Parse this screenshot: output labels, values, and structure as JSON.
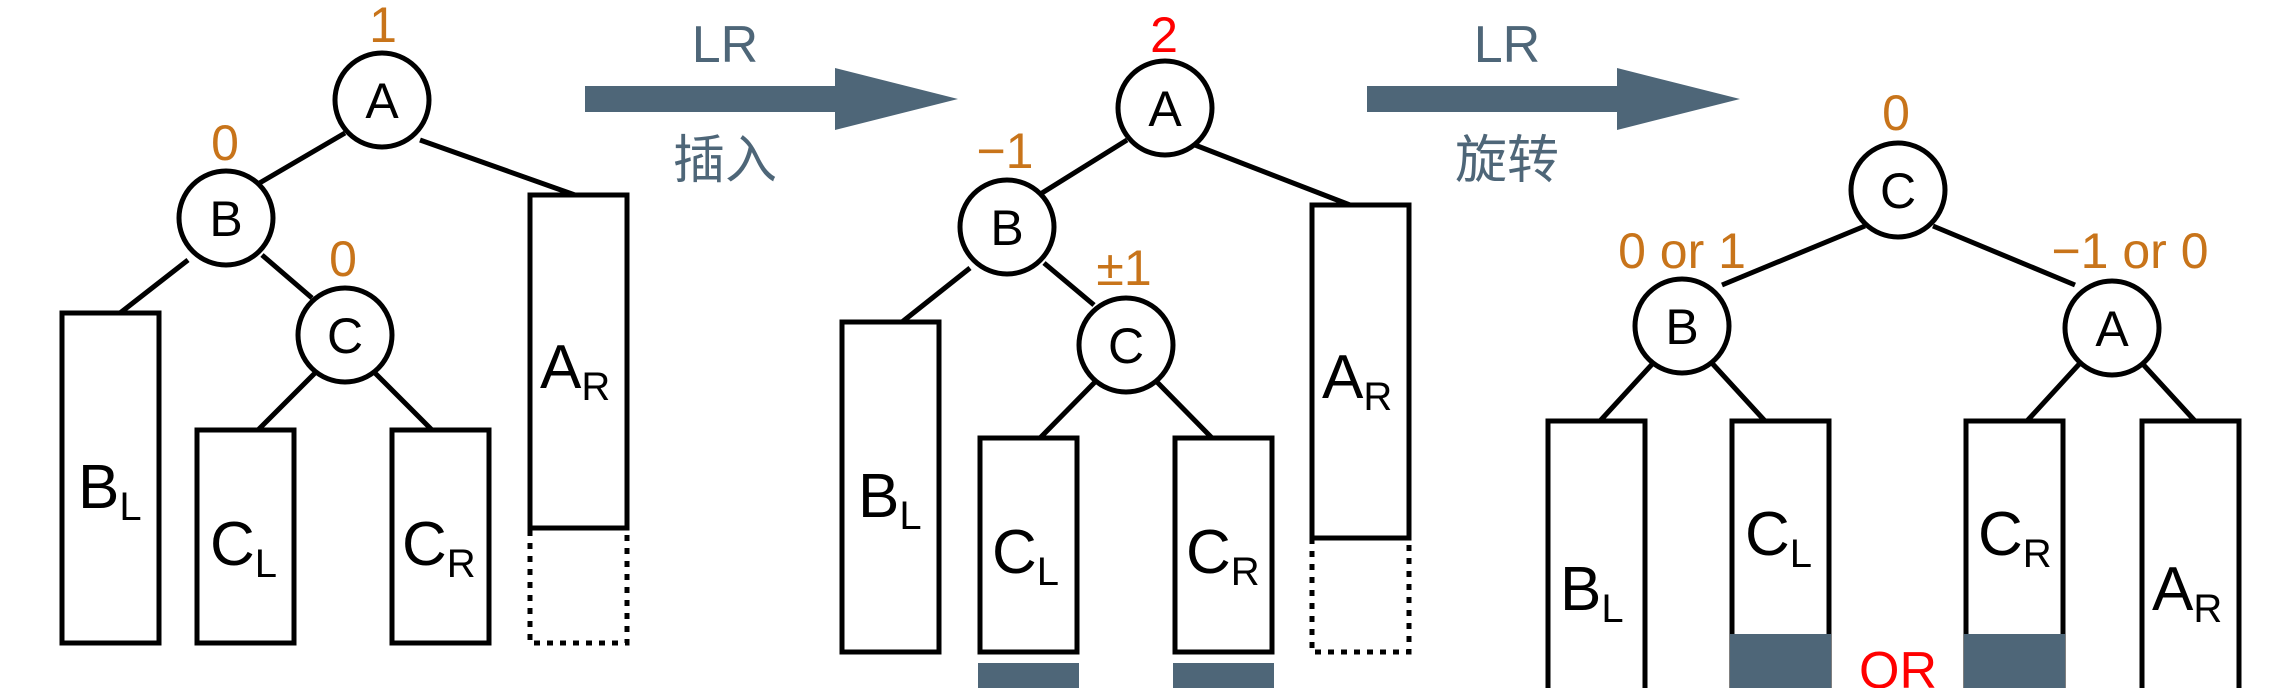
{
  "colors": {
    "balance": "#c8741a",
    "highlight": "#ff0000",
    "arrow": "#4e6678",
    "insert_block": "#4e6678",
    "stroke": "#000000"
  },
  "stage1": {
    "nodes": {
      "a": "A",
      "b": "B",
      "c": "C"
    },
    "balance": {
      "a": "1",
      "b": "0",
      "c": "0"
    },
    "subtrees": {
      "bl": {
        "main": "B",
        "sub": "L"
      },
      "cl": {
        "main": "C",
        "sub": "L"
      },
      "cr": {
        "main": "C",
        "sub": "R"
      },
      "ar": {
        "main": "A",
        "sub": "R"
      }
    }
  },
  "arrow1": {
    "op": "LR",
    "caption": "插入"
  },
  "stage2": {
    "nodes": {
      "a": "A",
      "b": "B",
      "c": "C"
    },
    "balance": {
      "a": "2",
      "b": "−1",
      "c": "±1"
    },
    "subtrees": {
      "bl": {
        "main": "B",
        "sub": "L"
      },
      "cl": {
        "main": "C",
        "sub": "L"
      },
      "cr": {
        "main": "C",
        "sub": "R"
      },
      "ar": {
        "main": "A",
        "sub": "R"
      }
    }
  },
  "arrow2": {
    "op": "LR",
    "caption": "旋转"
  },
  "stage3": {
    "nodes": {
      "c": "C",
      "b": "B",
      "a": "A"
    },
    "balance": {
      "c": "0",
      "b": "0 or 1",
      "a": "−1 or 0"
    },
    "subtrees": {
      "bl": {
        "main": "B",
        "sub": "L"
      },
      "cl": {
        "main": "C",
        "sub": "L"
      },
      "cr": {
        "main": "C",
        "sub": "R"
      },
      "ar": {
        "main": "A",
        "sub": "R"
      }
    },
    "or_label": "OR"
  }
}
